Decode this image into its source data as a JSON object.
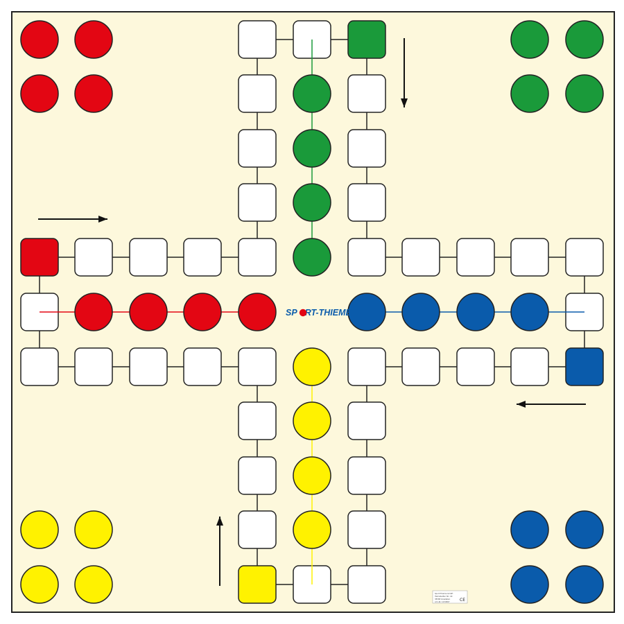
{
  "title": "Ludo game board",
  "colors": {
    "board": "#fdf8dc",
    "border": "#222222",
    "square": "#ffffff",
    "red": "#e30613",
    "green": "#1a9a3a",
    "blue": "#0a5bab",
    "yellow": "#fff200"
  },
  "logo": {
    "part1": "SP",
    "part2": "RT-THIEME",
    "primary_color": "#0a5bab",
    "ball_color": "#e30613"
  },
  "label_sticker": {
    "lines": [
      "Sport-Thieme GmbH",
      "Helmstedter Str. 40",
      "38368 Grasleben",
      "Art.-Nr. 1234567"
    ],
    "mark": "CE"
  },
  "movement_arrows": [
    {
      "player": "red",
      "direction": "right"
    },
    {
      "player": "green",
      "direction": "down"
    },
    {
      "player": "blue",
      "direction": "left"
    },
    {
      "player": "yellow",
      "direction": "up"
    }
  ],
  "home_bases": [
    {
      "player": "red",
      "pieces": 4,
      "corner": "top-left"
    },
    {
      "player": "green",
      "pieces": 4,
      "corner": "top-right"
    },
    {
      "player": "yellow",
      "pieces": 4,
      "corner": "bottom-left"
    },
    {
      "player": "blue",
      "pieces": 4,
      "corner": "bottom-right"
    }
  ],
  "goal_lanes": [
    {
      "player": "red",
      "cells": 4
    },
    {
      "player": "green",
      "cells": 4
    },
    {
      "player": "blue",
      "cells": 4
    },
    {
      "player": "yellow",
      "cells": 4
    }
  ],
  "track": {
    "total_squares": 40,
    "start_squares": [
      "red",
      "green",
      "blue",
      "yellow"
    ]
  }
}
